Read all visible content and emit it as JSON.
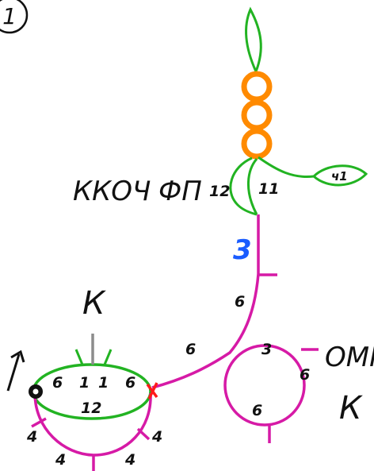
{
  "step_marker": "1",
  "labels": {
    "left_title": "ККОЧ",
    "right_title": "ФП",
    "k_top": "К",
    "k_right": "К",
    "omp": "ОМП",
    "ch": "ч1"
  },
  "numbers": {
    "n12_top": "12",
    "n11_top": "11",
    "n3_blue": "3",
    "n6_chain": "6",
    "n6_left_chain": "6",
    "n6_ring_left": "6",
    "n1_a": "1",
    "n1_b": "1",
    "n6_ring_right": "6",
    "n12_ring": "12",
    "n4_a": "4",
    "n4_b": "4",
    "n4_c": "4",
    "n4_d": "4",
    "n3_right_ring": "3",
    "n6_right_ring_r": "6",
    "n6_right_ring_b": "6"
  },
  "colors": {
    "green": "#22b322",
    "orange": "#ff8a00",
    "magenta": "#d61aa6",
    "red": "#ff1a1a",
    "gray": "#8c8c8c",
    "blue": "#1a5cff",
    "ink": "#111111"
  }
}
